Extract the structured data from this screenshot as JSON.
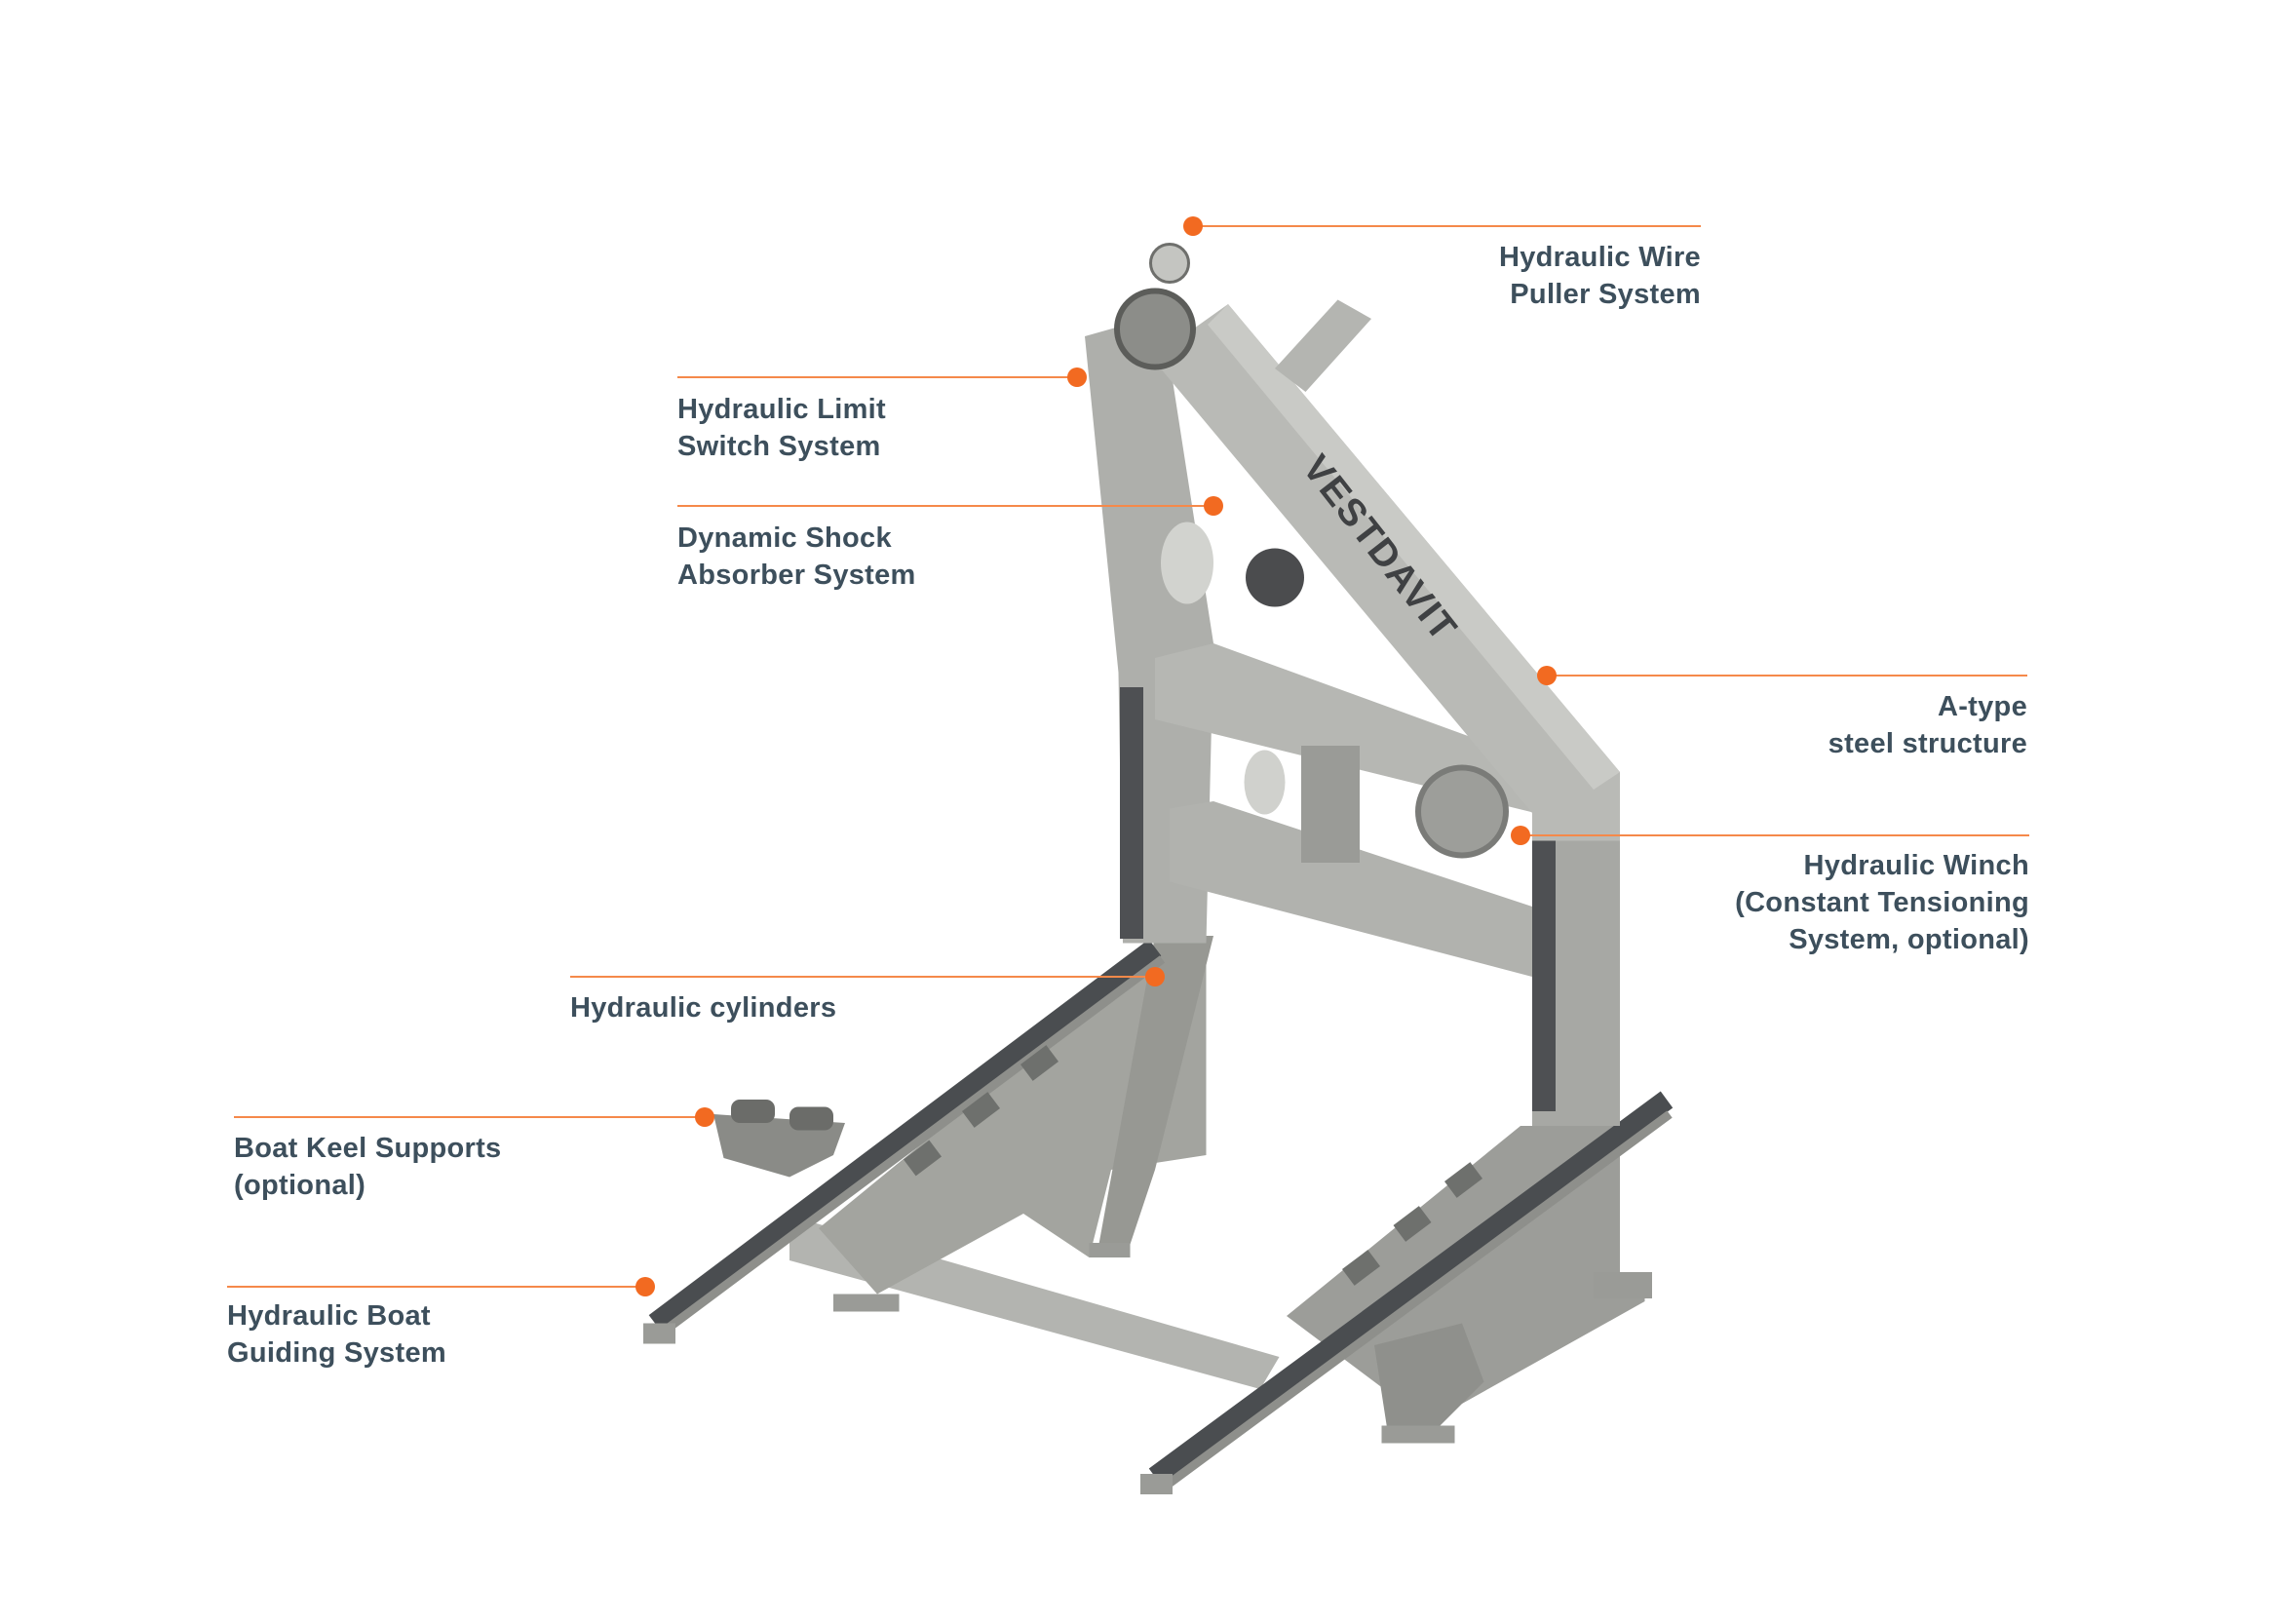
{
  "colors": {
    "accent": "#f26a21",
    "leader_line": "#f5894a",
    "text": "#3d4f5c",
    "steel": "#a9aaa6",
    "rail": "#4a4d50"
  },
  "logo_text": "VESTDAVIT",
  "callouts": [
    {
      "id": "wire-puller",
      "lines": [
        "Hydraulic Wire",
        "Puller System"
      ]
    },
    {
      "id": "limit-switch",
      "lines": [
        "Hydraulic Limit",
        "Switch System"
      ]
    },
    {
      "id": "shock-absorber",
      "lines": [
        "Dynamic Shock",
        "Absorber System"
      ]
    },
    {
      "id": "a-type",
      "lines": [
        "A-type",
        "steel structure"
      ]
    },
    {
      "id": "winch",
      "lines": [
        "Hydraulic Winch",
        "(Constant Tensioning",
        "System, optional)"
      ]
    },
    {
      "id": "cylinders",
      "lines": [
        "Hydraulic cylinders"
      ]
    },
    {
      "id": "keel-supports",
      "lines": [
        "Boat Keel Supports",
        "(optional)"
      ]
    },
    {
      "id": "boat-guiding",
      "lines": [
        "Hydraulic Boat",
        "Guiding System"
      ]
    }
  ]
}
